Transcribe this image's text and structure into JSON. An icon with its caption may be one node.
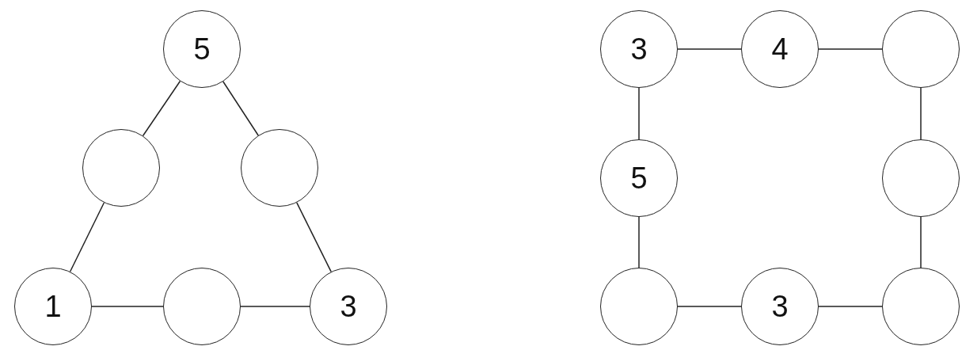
{
  "diagram": {
    "nodes": [
      {
        "text": [
          "5"
        ]
      },
      {
        "text": [],
        "shape": "circle"
      },
      {
        "text": [],
        "shape": "circle"
      },
      {
        "text": [
          "1"
        ]
      },
      {
        "text": [],
        "shape": "circle"
      },
      {
        "text": [
          "3"
        ]
      },
      {
        "text": [
          "3"
        ]
      },
      {
        "text": [
          "4"
        ]
      },
      {
        "text": [],
        "shape": "circle"
      },
      {
        "text": [
          "5"
        ]
      },
      {
        "text": [],
        "shape": "circle"
      },
      {
        "text": [],
        "shape": "circle"
      },
      {
        "text": [
          "3"
        ]
      },
      {
        "text": [],
        "shape": "circle"
      }
    ],
    "edges": [
      {
        "from": 0,
        "to": 1,
        "arrow": "none"
      },
      {
        "from": 0,
        "to": 2,
        "arrow": "none"
      },
      {
        "from": 1,
        "to": 3,
        "arrow": "none"
      },
      {
        "from": 2,
        "to": 5,
        "arrow": "none"
      },
      {
        "from": 3,
        "to": 4,
        "arrow": "none"
      },
      {
        "from": 4,
        "to": 5,
        "arrow": "none"
      },
      {
        "from": 6,
        "to": 7,
        "arrow": "none"
      },
      {
        "from": 7,
        "to": 8,
        "arrow": "none"
      },
      {
        "from": 6,
        "to": 9,
        "arrow": "none"
      },
      {
        "from": 8,
        "to": 10,
        "arrow": "none"
      },
      {
        "from": 9,
        "to": 11,
        "arrow": "none"
      },
      {
        "from": 10,
        "to": 13,
        "arrow": "none"
      },
      {
        "from": 11,
        "to": 12,
        "arrow": "none"
      },
      {
        "from": 12,
        "to": 13,
        "arrow": "none"
      }
    ]
  }
}
